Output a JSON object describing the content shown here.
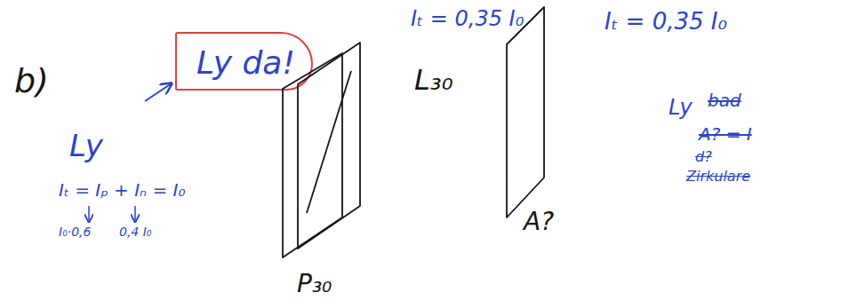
{
  "diagram": {
    "nodes": [
      {
        "text": [
          "Ly da!"
        ]
      },
      {
        "text": [
          "P₃₀"
        ]
      },
      {
        "text": [
          "A?"
        ]
      }
    ],
    "labels": [
      "b)",
      "Ly",
      "Iₜ = Iₚ + Iₙ = I₀",
      "I₀·0,6",
      "0,4 I₀",
      "Iₜ = 0,35 I₀",
      "L₃₀",
      "Iₜ = 0,35 I₀",
      "Ly",
      "bad",
      "A? = I",
      "d?",
      "Zirkulare"
    ]
  }
}
